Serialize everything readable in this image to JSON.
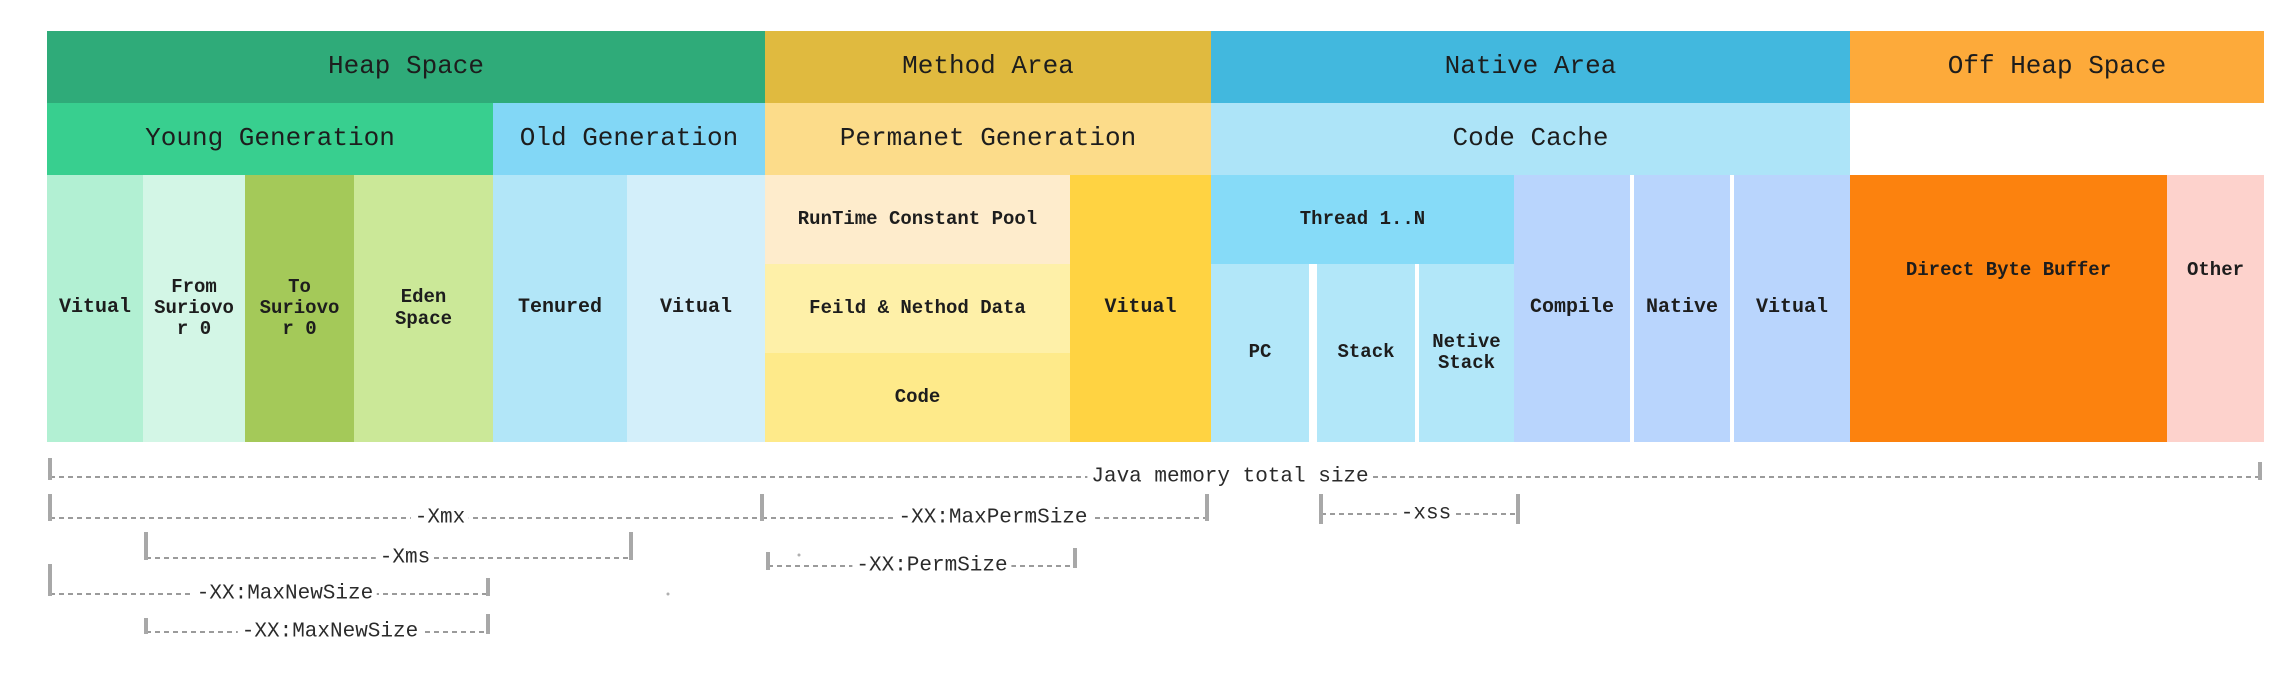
{
  "top_row": {
    "heap": "Heap Space",
    "method": "Method Area",
    "native": "Native Area",
    "offheap": "Off Heap Space"
  },
  "second_row": {
    "young": "Young Generation",
    "old": "Old Generation",
    "perm": "Permanet Generation",
    "code_cache": "Code Cache"
  },
  "cells": {
    "young_vitual": "Vitual",
    "from_survivor": "From Suriovo r 0",
    "to_survivor": "To Suriovo r 0",
    "eden": "Eden Space",
    "tenured": "Tenured",
    "old_vitual": "Vitual",
    "runtime_pool": "RunTime Constant Pool",
    "field_method": "Feild & Nethod Data",
    "code": "Code",
    "perm_vitual": "Vitual",
    "thread": "Thread 1..N",
    "pc": "PC",
    "stack": "Stack",
    "native_stack": "Netive Stack",
    "compile": "Compile",
    "native": "Native",
    "native_vitual": "Vitual",
    "direct_byte_buffer": "Direct Byte Buffer",
    "other": "Other"
  },
  "brackets": {
    "total": "Java memory total size",
    "xmx": "-Xmx",
    "maxpermsize": "-XX:MaxPermSize",
    "xss": "-xss",
    "xms": "-Xms",
    "permsize": "-XX:PermSize",
    "maxnewsize_1": "-XX:MaxNewSize",
    "maxnewsize_2": "-XX:MaxNewSize"
  },
  "colors": {
    "heap": "#2fab79",
    "method": "#e0ba3f",
    "native": "#42b8de",
    "offheap": "#fdaa3a",
    "young": "#38cf8f",
    "old": "#82d7f6",
    "perm": "#fcdc8a",
    "code_cache": "#ade4f8",
    "direct_byte_buffer": "#fc820e",
    "other": "#fdd2cc"
  }
}
